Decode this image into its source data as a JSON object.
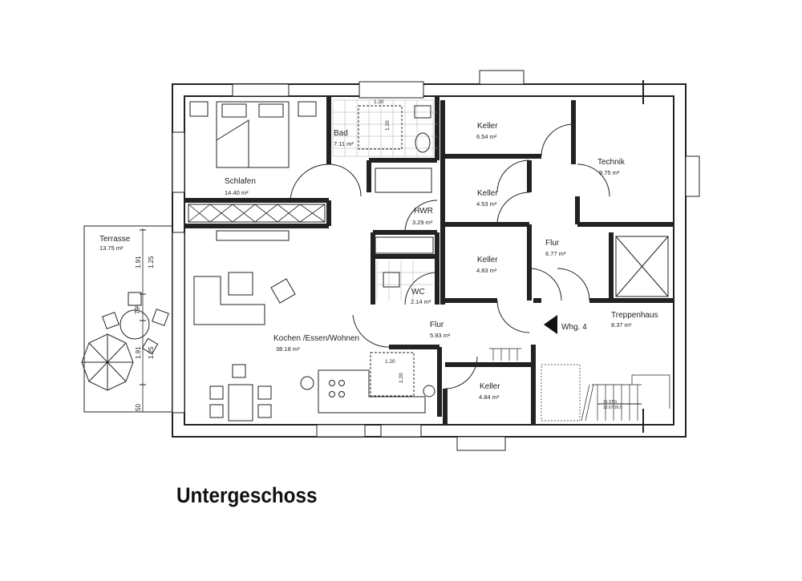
{
  "title": "Untergeschoss",
  "rooms": {
    "schlafen": {
      "name": "Schlafen",
      "area": "14.40 m²"
    },
    "bad": {
      "name": "Bad",
      "area": "7.11 m²"
    },
    "hwr": {
      "name": "HWR",
      "area": "3.29 m²"
    },
    "wc": {
      "name": "WC",
      "area": "2.14 m²"
    },
    "kochen": {
      "name": "Kochen /Essen/Wohnen",
      "area": "38.18 m²"
    },
    "flur1": {
      "name": "Flur",
      "area": "5.93 m²"
    },
    "flur2": {
      "name": "Flur",
      "area": "6.77 m²"
    },
    "keller1": {
      "name": "Keller",
      "area": "6.54 m²"
    },
    "keller2": {
      "name": "Keller",
      "area": "4.53 m²"
    },
    "keller3": {
      "name": "Keller",
      "area": "4.83 m²"
    },
    "keller4": {
      "name": "Keller",
      "area": "4.84 m²"
    },
    "technik": {
      "name": "Technik",
      "area": "9.75 m²"
    },
    "treppenhaus": {
      "name": "Treppenhaus",
      "area": "8.37 m²"
    },
    "terrasse": {
      "name": "Terrasse",
      "area": "13.75 m²"
    }
  },
  "entrance_label": "Whg. 4",
  "shower_dims": {
    "bad_w": "1.20",
    "bad_h": "1.20",
    "kitchen_w": "1.20",
    "kitchen_h": "1.20"
  },
  "terrace_dims": [
    "1.91",
    "1.25",
    "79⁵",
    "1.91",
    "1.25",
    "50"
  ],
  "stair": {
    "count": "15 STG",
    "ratio": "18.67/26.0"
  }
}
